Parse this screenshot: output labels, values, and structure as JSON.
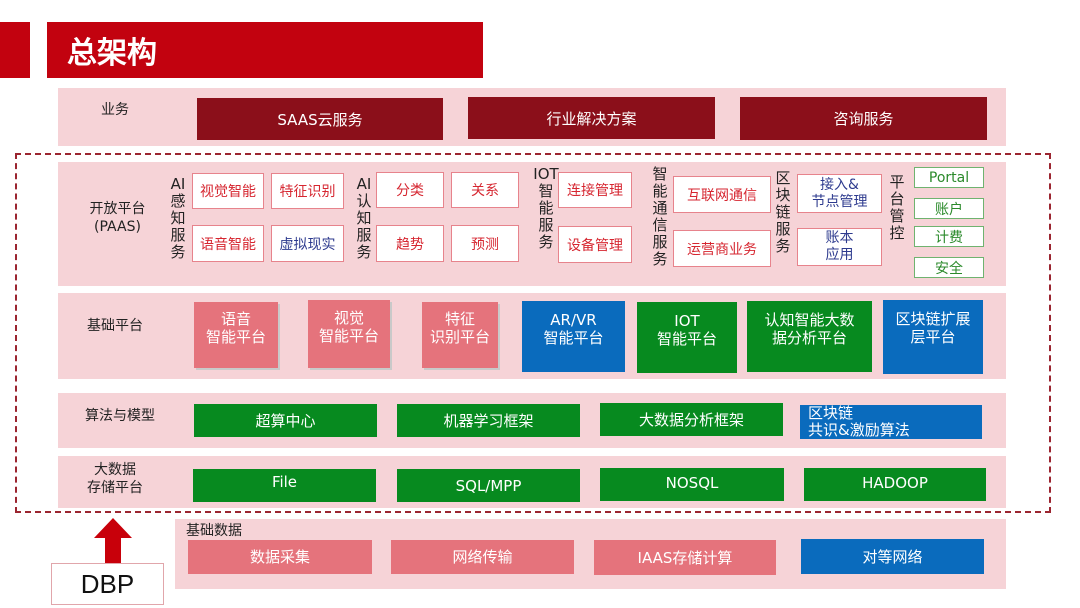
{
  "title": "总架构",
  "colors": {
    "red": "#c2020f",
    "dark_red": "#8b0f1a",
    "band": "#f6d3d7",
    "rose": "#e5737c",
    "green": "#078a1f",
    "blue": "#0a6bbd",
    "dashed": "#9b2530"
  },
  "business": {
    "label": "业务",
    "items": [
      "SAAS云服务",
      "行业解决方案",
      "咨询服务"
    ]
  },
  "paas": {
    "label": "开放平台\n(PAAS)",
    "ai_perception": {
      "label": "AI\n感\n知\n服\n务",
      "items": [
        "视觉智能",
        "特征识别",
        "语音智能",
        "虚拟现实"
      ]
    },
    "ai_cognition": {
      "label": "AI\n认\n知\n服\n务",
      "items": [
        "分类",
        "关系",
        "趋势",
        "预测"
      ]
    },
    "iot": {
      "label": "IOT\n智\n能\n服\n务",
      "items": [
        "连接管理",
        "设备管理"
      ]
    },
    "comm": {
      "label": "智\n能\n通\n信\n服\n务",
      "items": [
        "互联网通信",
        "运营商业务"
      ]
    },
    "blockchain": {
      "label": "区\n块\n链\n服\n务",
      "items": [
        "接入&\n节点管理",
        "账本\n应用"
      ]
    },
    "platform": {
      "label": "平\n台\n管\n控",
      "items": [
        "Portal",
        "账户",
        "计费",
        "安全"
      ]
    }
  },
  "base_platform": {
    "label": "基础平台",
    "items": [
      "语音\n智能平台",
      "视觉\n智能平台",
      "特征\n识别平台",
      "AR/VR\n智能平台",
      "IOT\n智能平台",
      "认知智能大数\n据分析平台",
      "区块链扩展\n层平台"
    ]
  },
  "algorithms": {
    "label": "算法与模型",
    "items": [
      "超算中心",
      "机器学习框架",
      "大数据分析框架",
      "区块链\n共识&激励算法"
    ]
  },
  "storage": {
    "label": "大数据\n存储平台",
    "items": [
      "File",
      "SQL/MPP",
      "NOSQL",
      "HADOOP"
    ]
  },
  "base_data": {
    "label": "基础数据",
    "items": [
      "数据采集",
      "网络传输",
      "IAAS存储计算",
      "对等网络"
    ]
  },
  "dbp": "DBP"
}
